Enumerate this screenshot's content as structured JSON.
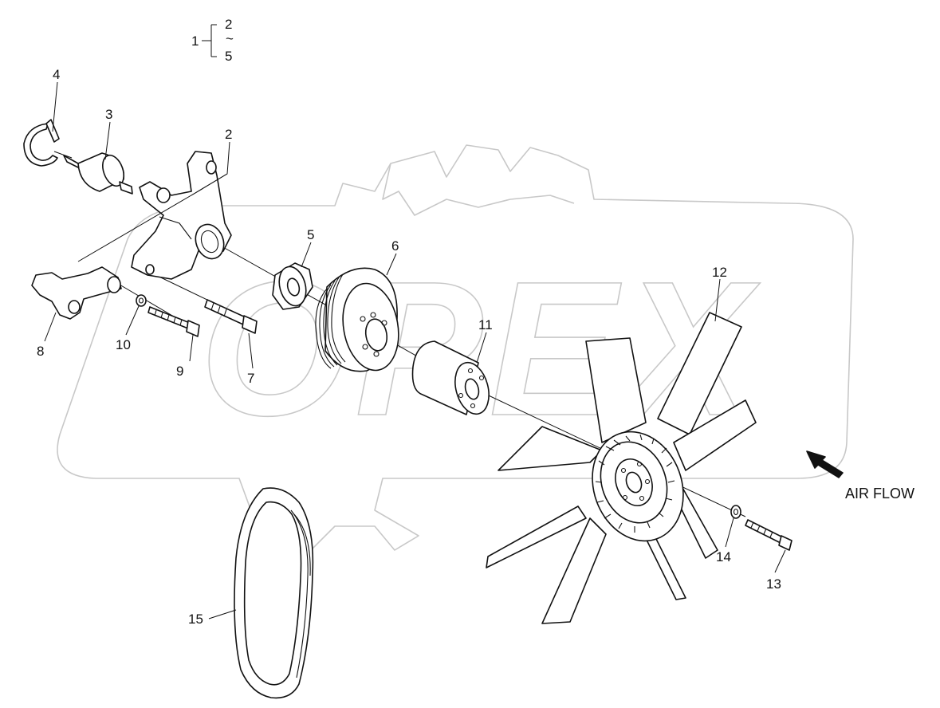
{
  "group_note": {
    "parent": "1",
    "from": "2",
    "tilde": "~",
    "to": "5"
  },
  "callouts": {
    "c2": "2",
    "c3": "3",
    "c4": "4",
    "c5": "5",
    "c6": "6",
    "c7": "7",
    "c8": "8",
    "c9": "9",
    "c10": "10",
    "c11": "11",
    "c12": "12",
    "c13": "13",
    "c14": "14",
    "c15": "15"
  },
  "air_flow_label": "AIR FLOW",
  "watermark": {
    "text": "OPEX",
    "color": "#c8c8c8"
  },
  "colors": {
    "line": "#111111",
    "background": "#ffffff"
  }
}
